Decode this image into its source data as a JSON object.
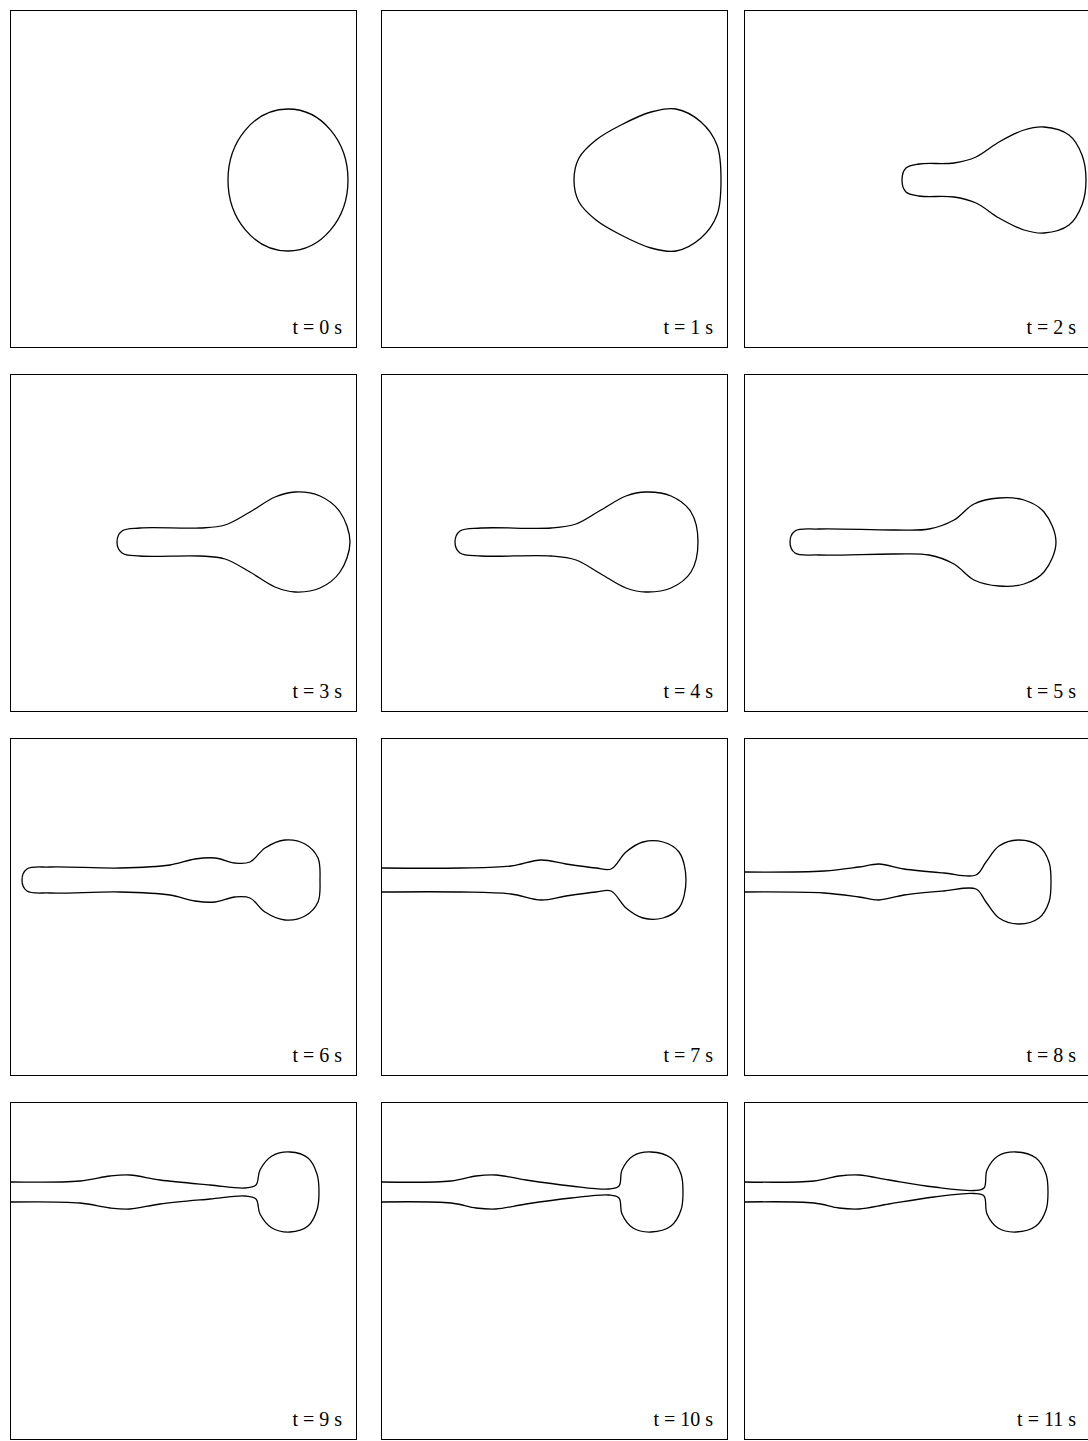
{
  "diagram": {
    "nodes": [
      {
        "text": [
          "t = 0 s"
        ]
      },
      {
        "text": [
          "t = 1 s"
        ]
      },
      {
        "text": [
          "t = 2 s"
        ]
      },
      {
        "text": [
          "t = 3 s"
        ]
      },
      {
        "text": [
          "t = 4 s"
        ]
      },
      {
        "text": [
          "t = 5 s"
        ]
      },
      {
        "text": [
          "t = 6 s"
        ]
      },
      {
        "text": [
          "t = 7 s"
        ]
      },
      {
        "text": [
          "t = 8 s"
        ]
      },
      {
        "text": [
          "t = 9 s"
        ]
      },
      {
        "text": [
          "t = 10 s"
        ]
      },
      {
        "text": [
          "t = 11 s"
        ]
      }
    ]
  }
}
